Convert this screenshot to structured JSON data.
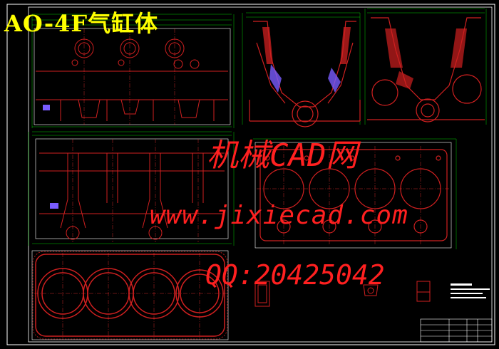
{
  "drawing": {
    "title": "AO-4F气缸体"
  },
  "watermark": {
    "site_name": "机械CAD网",
    "url": "www.jixiecad.com",
    "qq": "QQ:20425042"
  },
  "colors": {
    "background": "#000000",
    "frame": "#ffffff",
    "title": "#ffff00",
    "part": "#d02020",
    "dimension": "#00ff00",
    "centerline": "#ff3030",
    "accent": "#7a5cff",
    "watermark": "#ff2020"
  }
}
